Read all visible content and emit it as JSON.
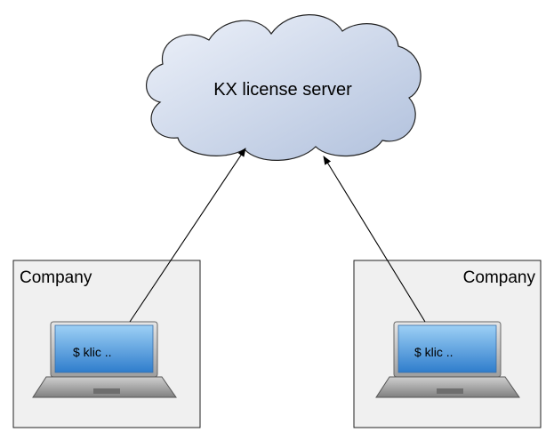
{
  "server": {
    "label": "KX license server"
  },
  "companies": [
    {
      "label": "Company",
      "terminal_text": "$ klic .."
    },
    {
      "label": "Company",
      "terminal_text": "$ klic .."
    }
  ],
  "colors": {
    "cloud_light": "#e8eef8",
    "cloud_dark": "#b3c3de",
    "company_box": "#f0f0f0",
    "screen_light": "#8cc3ef",
    "screen_dark": "#2a78c8",
    "laptop_body": "#9a9a9a"
  },
  "icons": [
    "cloud-shape",
    "laptop-icon",
    "arrow-icon"
  ]
}
